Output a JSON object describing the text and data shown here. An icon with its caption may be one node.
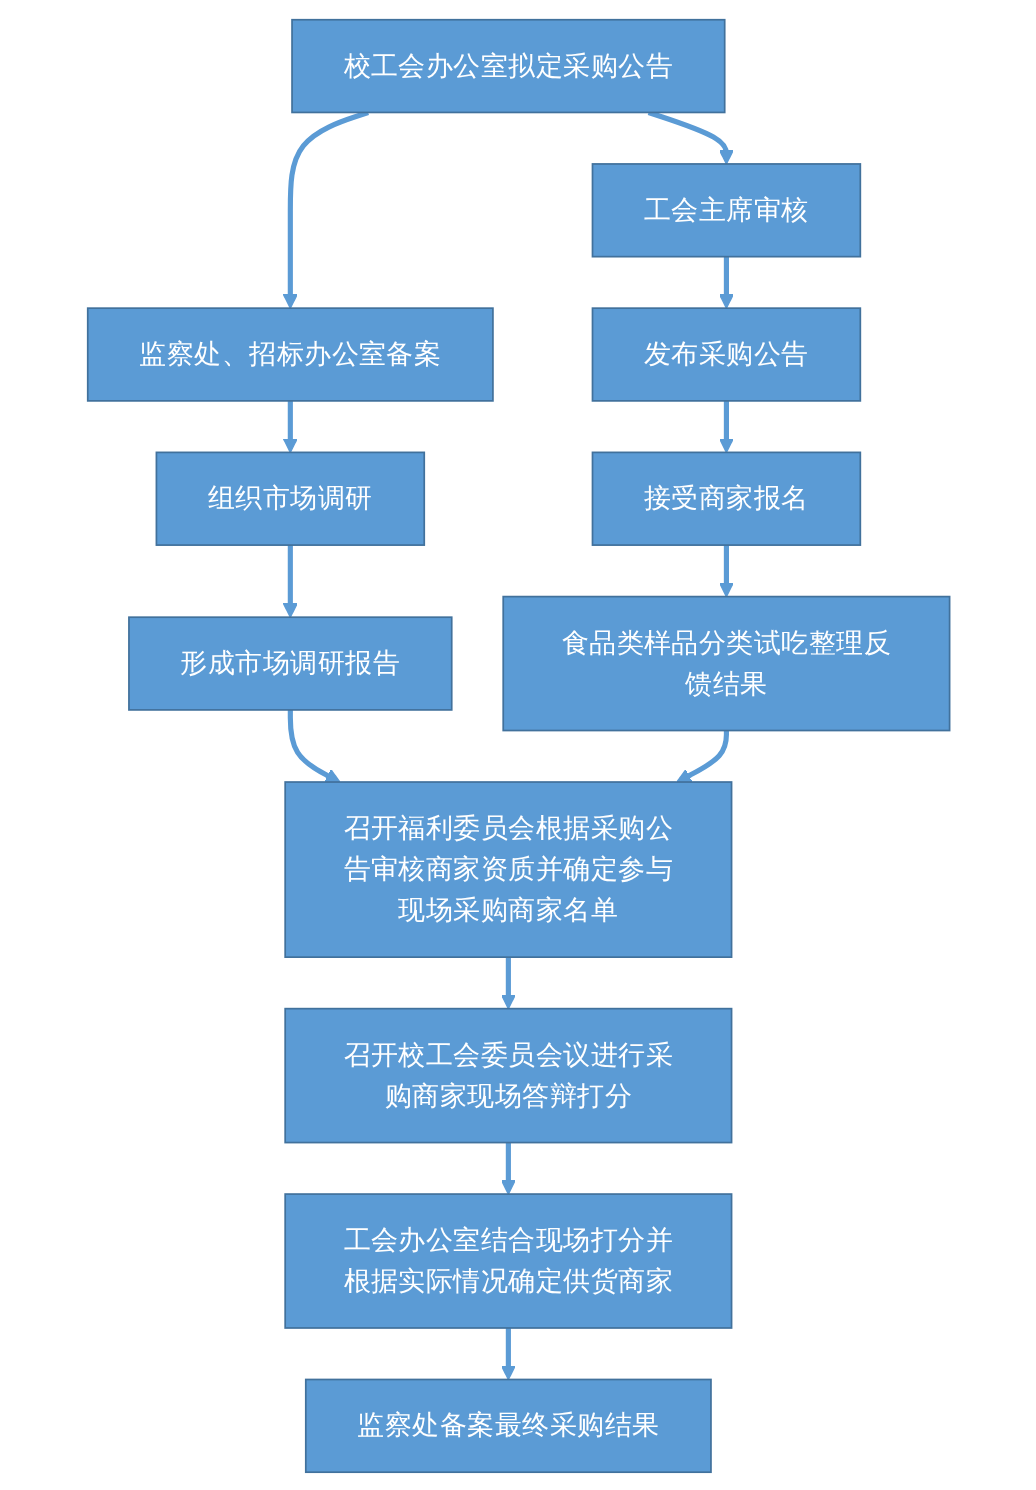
{
  "diagram": {
    "nodes": [
      {
        "text": [
          "校工会办公室拟定采购公告"
        ]
      },
      {
        "text": [
          "工会主席审核"
        ]
      },
      {
        "text": [
          "监察处、招标办公室备案"
        ]
      },
      {
        "text": [
          "发布采购公告"
        ]
      },
      {
        "text": [
          "组织市场调研"
        ]
      },
      {
        "text": [
          "接受商家报名"
        ]
      },
      {
        "text": [
          "形成市场调研报告"
        ]
      },
      {
        "text": [
          "食品类样品分类试吃整理反馈结果"
        ]
      },
      {
        "text": [
          "召开福利委员会根据采购公告审核商家资质并确定参与现场采购商家名单"
        ]
      },
      {
        "text": [
          "召开校工会委员会议进行采购商家现场答辩打分"
        ]
      },
      {
        "text": [
          "工会办公室结合现场打分并根据实际情况确定供货商家"
        ]
      },
      {
        "text": [
          "监察处备案最终采购结果"
        ]
      }
    ],
    "edges": [
      {
        "from": 0,
        "to": 1,
        "arrow": "to"
      },
      {
        "from": 0,
        "to": 2,
        "arrow": "to"
      },
      {
        "from": 1,
        "to": 3,
        "arrow": "to"
      },
      {
        "from": 2,
        "to": 4,
        "arrow": "to"
      },
      {
        "from": 3,
        "to": 5,
        "arrow": "to"
      },
      {
        "from": 4,
        "to": 6,
        "arrow": "to"
      },
      {
        "from": 5,
        "to": 7,
        "arrow": "to"
      },
      {
        "from": 6,
        "to": 8,
        "arrow": "to"
      },
      {
        "from": 7,
        "to": 8,
        "arrow": "to"
      },
      {
        "from": 8,
        "to": 9,
        "arrow": "to"
      },
      {
        "from": 9,
        "to": 10,
        "arrow": "to"
      },
      {
        "from": 10,
        "to": 11,
        "arrow": "to"
      }
    ]
  }
}
